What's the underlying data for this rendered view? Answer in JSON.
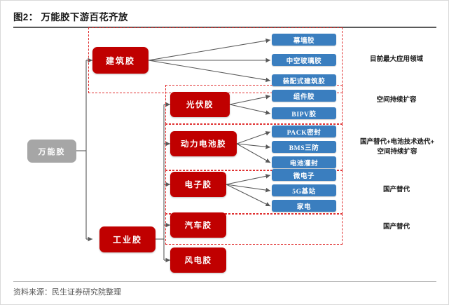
{
  "header": {
    "title": "图2： 万能胶下游百花齐放"
  },
  "footer": {
    "source": "资料来源：民生证券研究院整理"
  },
  "colors": {
    "root": "#a6a6a6",
    "category": "#c00000",
    "leaf": "#3a7ebf",
    "group_border": "#e03131",
    "connector": "#595959"
  },
  "diagram": {
    "root": {
      "label": "万能胶"
    },
    "level2": [
      {
        "id": "construction",
        "label": "建筑胶"
      },
      {
        "id": "industrial",
        "label": "工业胶"
      }
    ],
    "level3": [
      {
        "id": "pv",
        "label": "光伏胶"
      },
      {
        "id": "battery",
        "label": "动力电池胶"
      },
      {
        "id": "electronic",
        "label": "电子胶"
      },
      {
        "id": "auto",
        "label": "汽车胶"
      },
      {
        "id": "wind",
        "label": "风电胶"
      }
    ],
    "leaves": [
      {
        "id": "curtain-wall",
        "label": "幕墙胶"
      },
      {
        "id": "insulating-glass",
        "label": "中空玻璃胶"
      },
      {
        "id": "prefab-construction",
        "label": "装配式建筑胶"
      },
      {
        "id": "module",
        "label": "组件胶"
      },
      {
        "id": "bipv",
        "label": "BIPV胶"
      },
      {
        "id": "pack-seal",
        "label": "PACK密封"
      },
      {
        "id": "bms-three-proof",
        "label": "BMS三防"
      },
      {
        "id": "battery-potting",
        "label": "电池灌封"
      },
      {
        "id": "microelectronics",
        "label": "微电子"
      },
      {
        "id": "5g-base-station",
        "label": "5G基站"
      },
      {
        "id": "home-appliance",
        "label": "家电"
      }
    ],
    "annotations": [
      {
        "id": "construction-note",
        "text": "目前最大应用领域"
      },
      {
        "id": "pv-note",
        "text": "空间持续扩容"
      },
      {
        "id": "battery-note",
        "text": "国产替代+电池技术迭代+\n空间持续扩容"
      },
      {
        "id": "electronic-note",
        "text": "国产替代"
      },
      {
        "id": "auto-note",
        "text": "国产替代"
      }
    ]
  }
}
